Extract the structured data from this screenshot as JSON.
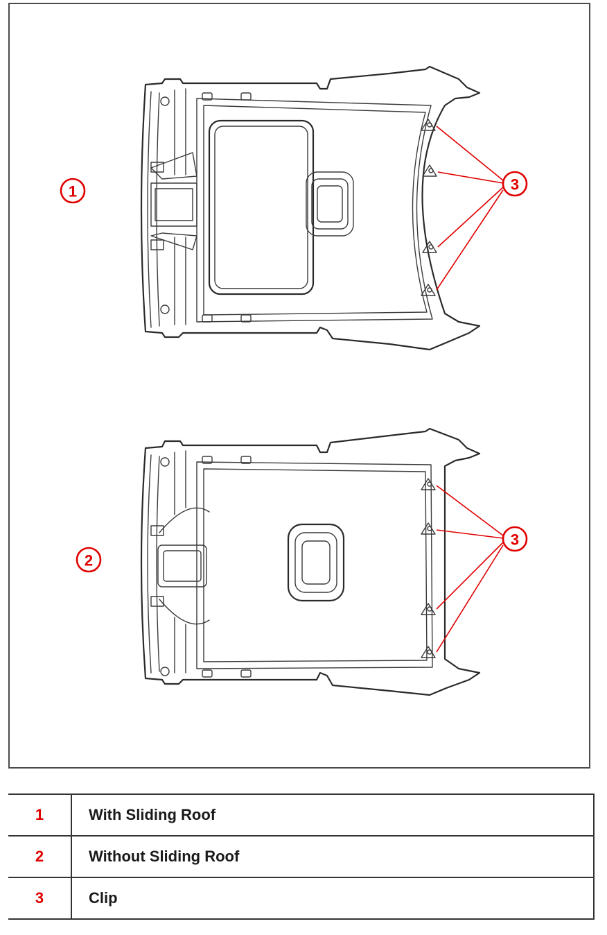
{
  "callouts": {
    "one": "1",
    "two": "2",
    "three_top": "3",
    "three_bottom": "3"
  },
  "legend": [
    {
      "number": "1",
      "label": "With Sliding Roof"
    },
    {
      "number": "2",
      "label": "Without Sliding Roof"
    },
    {
      "number": "3",
      "label": "Clip"
    }
  ],
  "colors": {
    "callout": "#e00000",
    "line": "#2a2a2a",
    "border": "#333333"
  }
}
